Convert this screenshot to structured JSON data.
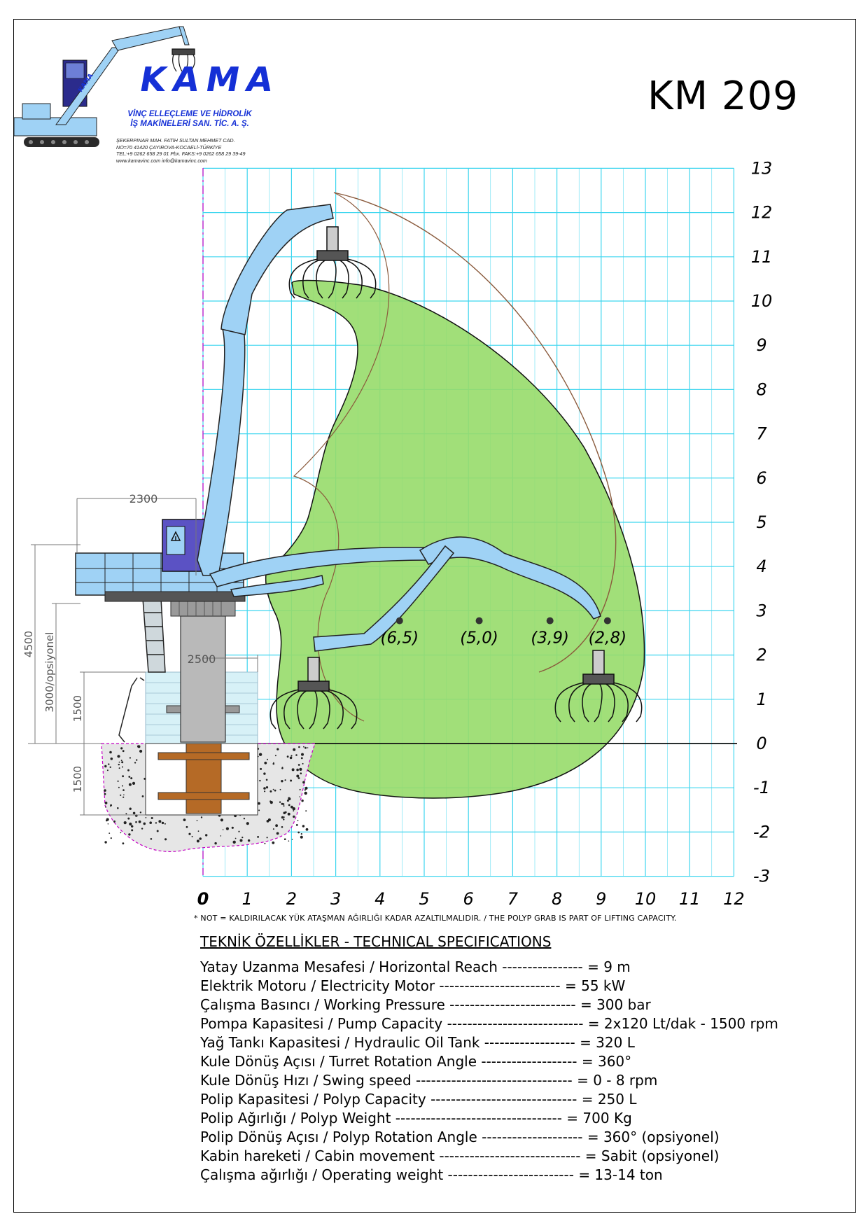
{
  "logo": {
    "brand": "KAMA",
    "subtitle_line1": "VİNÇ ELLEÇLEME VE HİDROLİK",
    "subtitle_line2": "İŞ MAKİNELERİ SAN. TİC. A. Ş.",
    "address_line1": "ŞEKERPINAR MAH. FATİH SULTAN MEHMET CAD.",
    "address_line2": "NO=70          41420 ÇAYIROVA-KOCAELİ-TÜRKİYE",
    "address_line3": "TEL:+9 0262 658 29 01 Pbx.  FAKS:+9 0262 658 29 39-49",
    "address_line4": "www.kamavinc.com      info@kamavinc.com",
    "colors": {
      "brand_blue": "#1530d6",
      "machine_blue": "#9fd2f5"
    }
  },
  "model": "KM 209",
  "diagram": {
    "x_ticks": [
      "0",
      "1",
      "2",
      "3",
      "4",
      "5",
      "6",
      "7",
      "8",
      "9",
      "10",
      "11",
      "12"
    ],
    "y_ticks": [
      "13",
      "12",
      "11",
      "10",
      "9",
      "8",
      "7",
      "6",
      "5",
      "4",
      "3",
      "2",
      "1",
      "0",
      "-1",
      "-2",
      "-3"
    ],
    "x_range_m": [
      0,
      12
    ],
    "y_range_m": [
      -3,
      13
    ],
    "grid": true,
    "colors": {
      "grid": "#3ed6ef",
      "reach_area": "#97dc6a",
      "machine": "#9fd2f5",
      "axis_line": "#c400c4"
    },
    "capacity_labels": [
      {
        "text": "(6,5)",
        "x_m": 4.0,
        "y_m": 2.3
      },
      {
        "text": "(5,0)",
        "x_m": 5.8,
        "y_m": 2.3
      },
      {
        "text": "(3,9)",
        "x_m": 7.4,
        "y_m": 2.3
      },
      {
        "text": "(2,8)",
        "x_m": 8.7,
        "y_m": 2.3
      }
    ],
    "dimensions": {
      "d2300": "2300",
      "d2500": "2500",
      "d4500": "4500",
      "d3000": "3000/opsiyonel",
      "d1500a": "1500",
      "d1500b": "1500"
    },
    "machine_label": "KAMA"
  },
  "footnote": "* NOT = KALDIRILACAK YÜK ATAŞMAN AĞIRLIĞI KADAR AZALTILMALIDIR. / THE POLYP GRAB IS PART OF LIFTING CAPACITY.",
  "specs": {
    "title": "TEKNİK ÖZELLİKLER - TECHNICAL SPECIFICATIONS",
    "rows": [
      "Yatay Uzanma Mesafesi / Horizontal Reach ---------------- = 9 m",
      "Elektrik Motoru / Electricity Motor ------------------------ = 55 kW",
      "Çalışma Basıncı / Working Pressure ------------------------- = 300 bar",
      "Pompa Kapasitesi / Pump Capacity --------------------------- = 2x120 Lt/dak - 1500 rpm",
      "Yağ Tankı Kapasitesi / Hydraulic Oil Tank ------------------ = 320 L",
      "Kule Dönüş Açısı / Turret Rotation Angle ------------------- = 360°",
      "Kule Dönüş Hızı / Swing speed ------------------------------- = 0 - 8 rpm",
      "Polip Kapasitesi / Polyp Capacity ----------------------------- = 250 L",
      "Polip Ağırlığı / Polyp Weight --------------------------------- = 700 Kg",
      "Polip Dönüş Açısı / Polyp Rotation Angle -------------------- = 360° (opsiyonel)",
      "Kabin hareketi / Cabin movement ---------------------------- = Sabit (opsiyonel)",
      "Çalışma ağırlığı / Operating weight ------------------------- = 13-14 ton"
    ]
  }
}
